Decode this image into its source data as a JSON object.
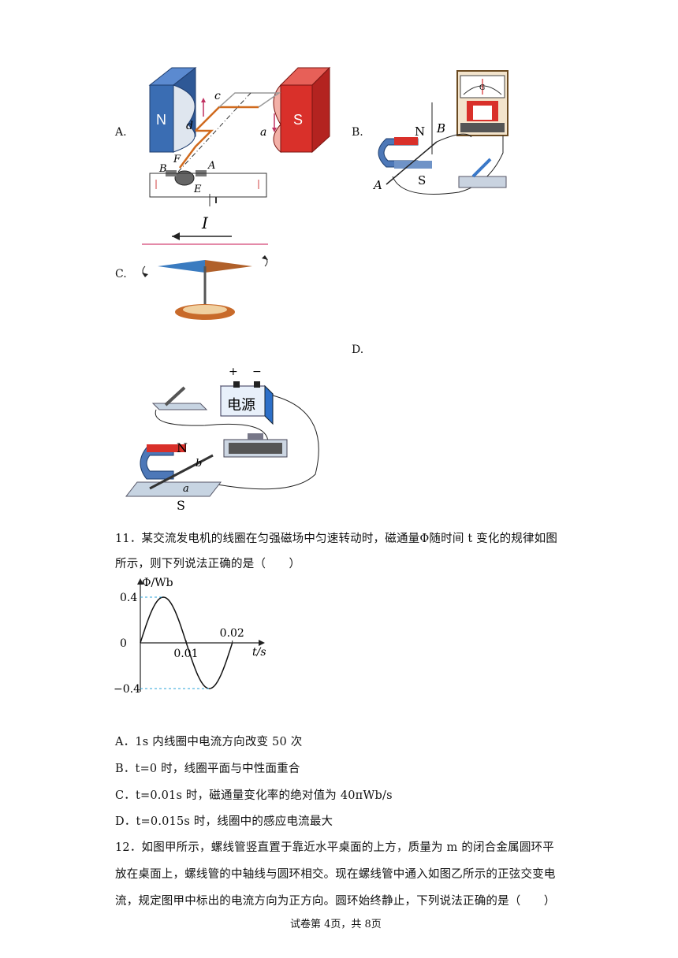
{
  "options_q10": {
    "a_label": "A.",
    "b_label": "B.",
    "c_label": "C.",
    "d_label": "D."
  },
  "figA": {
    "n": "N",
    "s": "S",
    "c": "c",
    "d": "d",
    "a": "a",
    "F": "F",
    "B": "B",
    "A": "A",
    "E": "E"
  },
  "figB": {
    "n": "N",
    "b": "B",
    "s": "S",
    "a": "A",
    "g": "G"
  },
  "figC": {
    "current": "I"
  },
  "figD": {
    "plus": "+",
    "minus": "−",
    "source": "电源",
    "n": "N",
    "s": "S",
    "b": "b",
    "a": "a"
  },
  "q11": {
    "stem_line1": "11．某交流发电机的线圈在匀强磁场中匀速转动时，磁通量Φ随时间 t 变化的规律如图",
    "stem_line2": "所示，则下列说法正确的是（　　）",
    "options": [
      "A．1s 内线圈中电流方向改变 50 次",
      "B．t=0 时，线圈平面与中性面重合",
      "C．t=0.01s 时，磁通量变化率的绝对值为 40πWb/s",
      "D．t=0.015s 时，线圈中的感应电流最大"
    ]
  },
  "chart_data": {
    "type": "line",
    "ylabel": "Φ/Wb",
    "xlabel": "t/s",
    "x_ticks": [
      "0.01",
      "0.02"
    ],
    "y_ticks": [
      "0.4",
      "0",
      "−0.4"
    ],
    "series": [
      {
        "x": [
          0,
          0.005,
          0.01,
          0.015,
          0.02
        ],
        "y": [
          0,
          0.4,
          0,
          -0.4,
          0
        ]
      }
    ],
    "xlim": [
      0,
      0.03
    ],
    "ylim": [
      -0.4,
      0.4
    ]
  },
  "q12": {
    "line1": "12．如图甲所示，螺线管竖直置于靠近水平桌面的上方，质量为 m 的闭合金属圆环平",
    "line2": "放在桌面上，螺线管的中轴线与圆环相交。现在螺线管中通入如图乙所示的正弦交变电",
    "line3": "流，规定图甲中标出的电流方向为正方向。圆环始终静止，下列说法正确的是（　　）"
  },
  "footer": "试卷第 4页，共 8页",
  "colors": {
    "north": "#3a6db3",
    "south": "#d9302a",
    "wire": "#d06a1e",
    "dashed": "#29a3d9"
  }
}
